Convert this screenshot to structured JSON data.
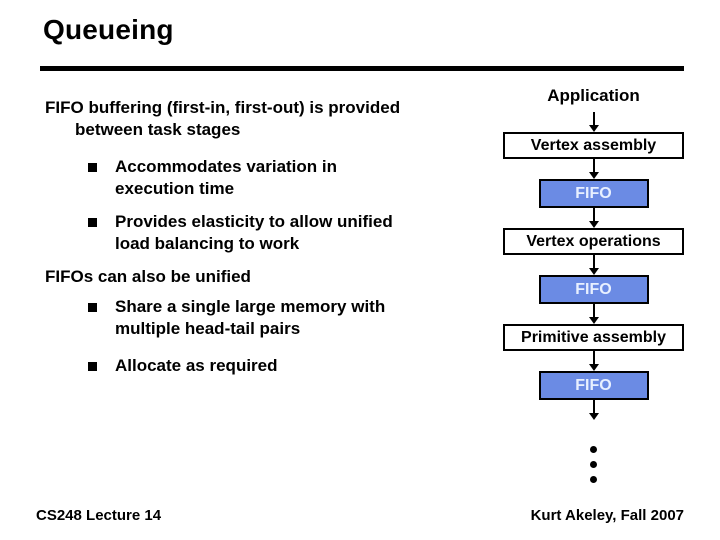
{
  "slide": {
    "title": "Queueing",
    "footer": {
      "left": "CS248 Lecture 14",
      "right": "Kurt Akeley, Fall 2007"
    }
  },
  "body": {
    "para1": {
      "line1": "FIFO buffering (first-in, first-out) is provided",
      "line2": "between task stages"
    },
    "bullet1": {
      "line1": "Accommodates variation in",
      "line2": "execution time"
    },
    "bullet2": {
      "line1": "Provides elasticity to allow unified",
      "line2": "load balancing to work"
    },
    "para2": "FIFOs can also be unified",
    "bullet3": {
      "line1": "Share a single large memory with",
      "line2": "multiple head-tail pairs"
    },
    "bullet4": {
      "line1": "Allocate as required"
    }
  },
  "diagram": {
    "source": "Application",
    "nodes": [
      {
        "label": "Vertex assembly",
        "type": "stage"
      },
      {
        "label": "FIFO",
        "type": "fifo"
      },
      {
        "label": "Vertex operations",
        "type": "stage"
      },
      {
        "label": "FIFO",
        "type": "fifo"
      },
      {
        "label": "Primitive assembly",
        "type": "stage"
      },
      {
        "label": "FIFO",
        "type": "fifo"
      }
    ],
    "continuation": "vertical-ellipsis"
  },
  "colors": {
    "fifo_fill": "#6B8BE4",
    "fifo_text": "#E8F0FF",
    "stage_fill": "#FFFFFF",
    "border": "#000000",
    "text": "#000000",
    "background": "#FFFFFF"
  }
}
